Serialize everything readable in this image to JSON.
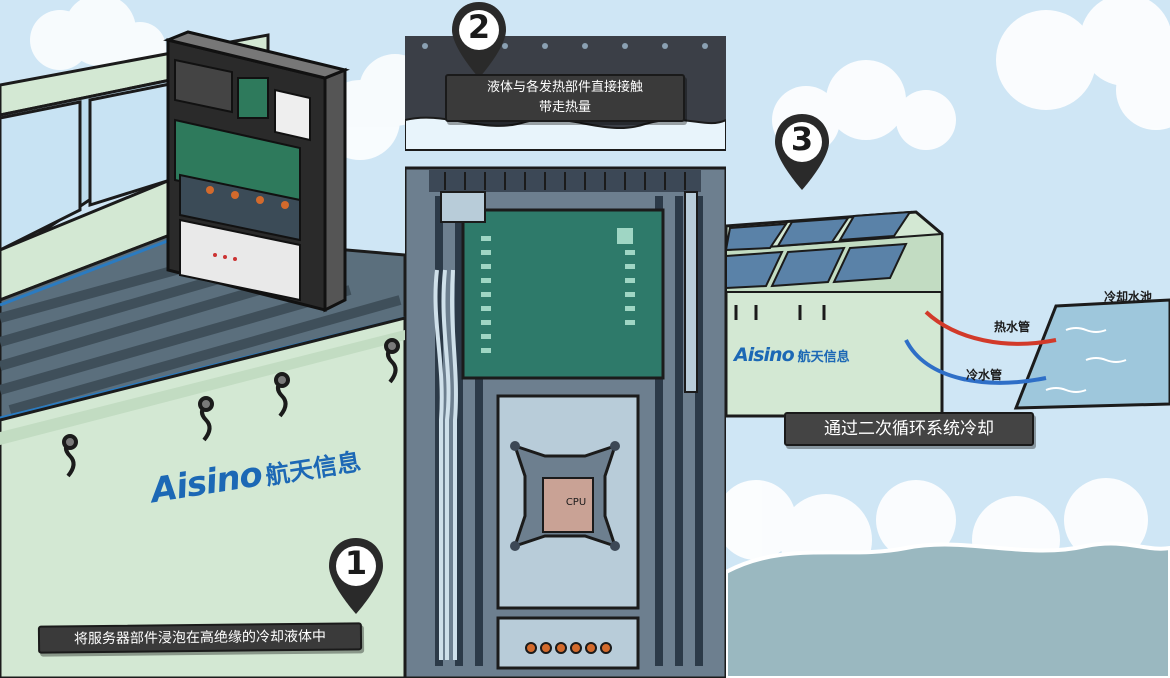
{
  "panel1": {
    "step": "1",
    "caption": "将服务器部件浸泡在高绝缘的冷却液体中",
    "brand_latin": "Aisino",
    "brand_cn": "航天信息"
  },
  "panel2": {
    "step": "2",
    "caption_line1": "液体与各发热部件直接接触",
    "caption_line2": "带走热量",
    "cpu_label": "CPU"
  },
  "panel3": {
    "step": "3",
    "caption": "通过二次循环系统冷却",
    "brand_latin": "Aisino",
    "brand_cn": "航天信息",
    "hot_pipe": "热水管",
    "cold_pipe": "冷水管",
    "pool": "冷却水池"
  },
  "colors": {
    "sky": "#cfe6f5",
    "tank": "#d3e8d3",
    "brand": "#1c68b5",
    "caption_bg": "#3a3a3a",
    "hot_pipe": "#d23a2a",
    "cold_pipe": "#2f6fc7",
    "water": "#9ab8c0"
  },
  "icons": [
    "map-pin-icon",
    "cloud-icon",
    "cpu-chip-icon",
    "solar-panel-icon",
    "pipe-icon"
  ]
}
